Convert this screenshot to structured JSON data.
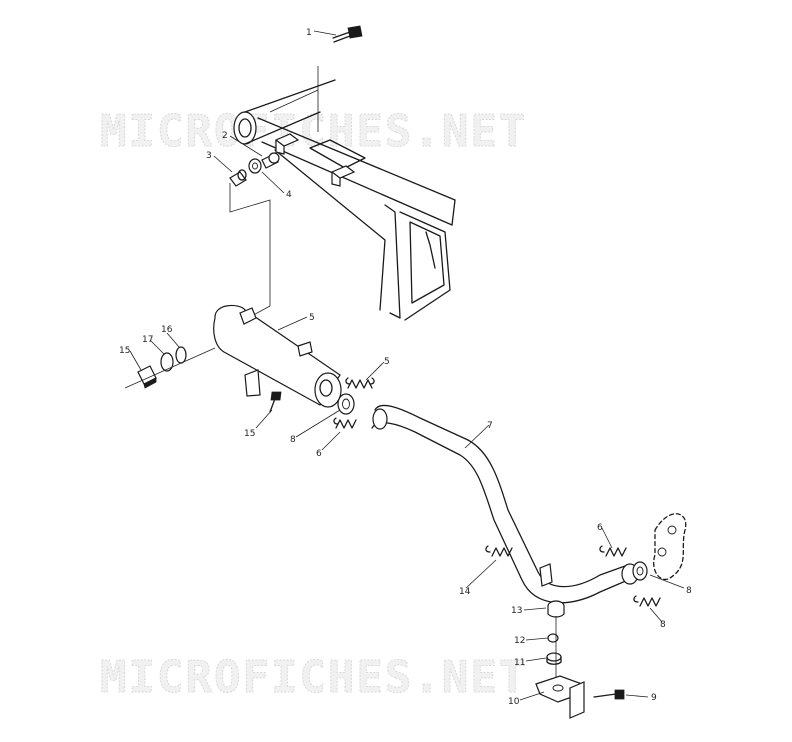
{
  "watermark": {
    "text": "MICROFICHES.NET"
  },
  "callouts": [
    "1",
    "2",
    "3",
    "4",
    "5",
    "17",
    "16",
    "15",
    "5",
    "15",
    "8",
    "6",
    "7",
    "6",
    "14",
    "8",
    "8",
    "13",
    "12",
    "11",
    "10",
    "9"
  ]
}
